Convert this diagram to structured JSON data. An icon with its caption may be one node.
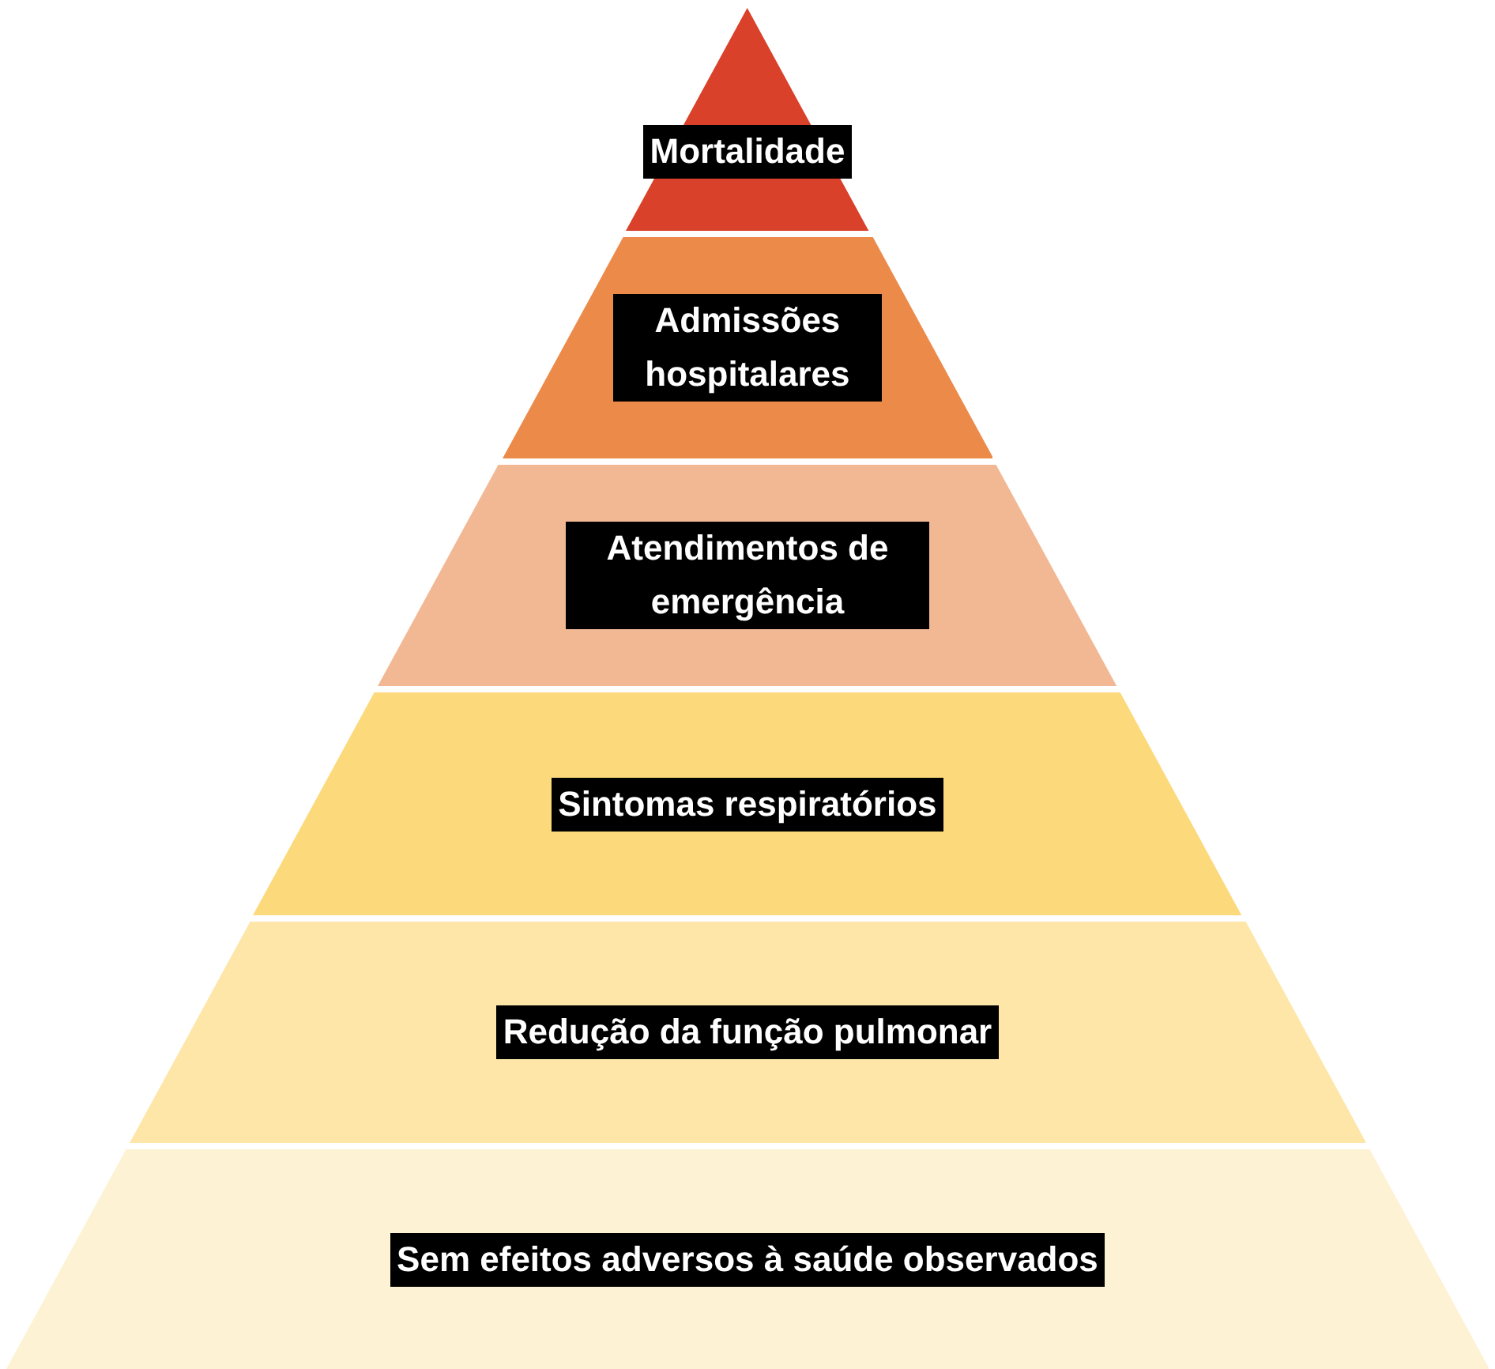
{
  "diagram": {
    "nodes": [
      {
        "text": [
          "Mortalidade"
        ]
      },
      {
        "text": [
          "Admissões hospitalares"
        ]
      },
      {
        "text": [
          "Atendimentos de emergência"
        ]
      },
      {
        "text": [
          "Sintomas respiratórios"
        ]
      },
      {
        "text": [
          "Redução da função pulmonar"
        ]
      },
      {
        "text": [
          "Sem efeitos adversos à saúde observados"
        ]
      }
    ]
  }
}
